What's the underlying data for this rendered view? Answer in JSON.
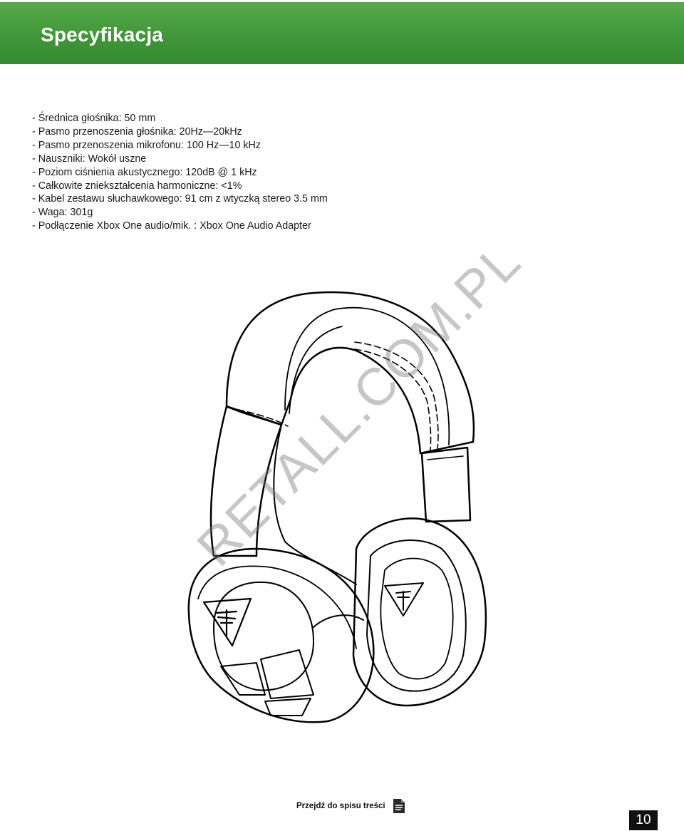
{
  "header": {
    "title": "Specyfikacja",
    "color": "#3f9538"
  },
  "specs": [
    "- Średnica głośnika: 50 mm",
    "- Pasmo przenoszenia głośnika: 20Hz—20kHz",
    "- Pasmo przenoszenia mikrofonu: 100 Hz—10 kHz",
    "- Nauszniki: Wokół uszne",
    "- Poziom ciśnienia akustycznego: 120dB @ 1 kHz",
    "- Całkowite zniekształcenia harmoniczne: <1%",
    "- Kabel zestawu słuchawkowego: 91 cm z wtyczką stereo 3.5 mm",
    "- Waga: 301g",
    "- Podłączenie Xbox One audio/mik. : Xbox One Audio Adapter"
  ],
  "illustration": {
    "subject": "headset line drawing"
  },
  "watermark": "RETALL.COM.PL",
  "footer": {
    "toc_label": "Przejdź do spisu treści",
    "toc_icon": "document-icon",
    "page_number": "10"
  }
}
